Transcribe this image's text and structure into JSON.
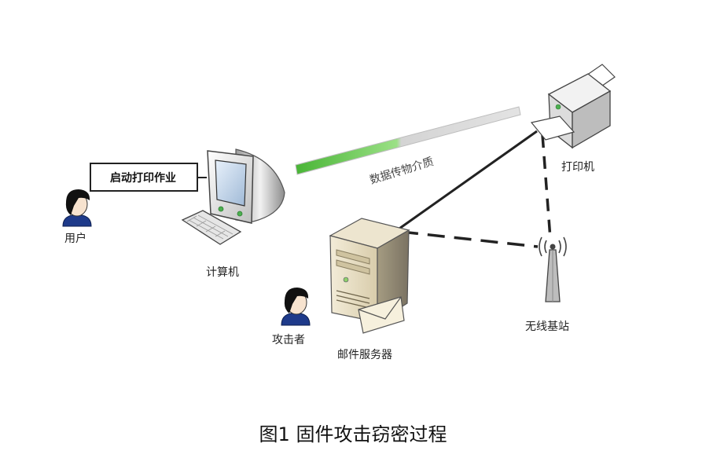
{
  "nodes": {
    "user": "用户",
    "computer": "计算机",
    "attacker": "攻击者",
    "mail_server": "邮件服务器",
    "printer": "打印机",
    "base_station": "无线基站"
  },
  "callout": "启动打印作业",
  "medium_label": "数据传物介质",
  "caption": "图1 固件攻击窃密过程",
  "colors": {
    "medium_green": "#5cc14a",
    "medium_gray": "#c8c8c8",
    "link": "#222222",
    "person_blue": "#1e3a8a"
  }
}
